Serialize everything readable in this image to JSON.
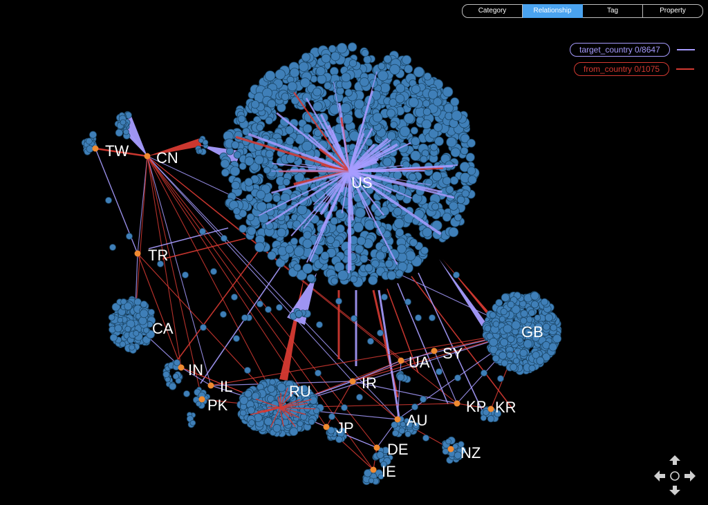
{
  "tabs": [
    {
      "label": "Category",
      "active": false
    },
    {
      "label": "Relationship",
      "active": true
    },
    {
      "label": "Tag",
      "active": false
    },
    {
      "label": "Property",
      "active": false
    }
  ],
  "legend": {
    "target": {
      "label": "target_country 0/8647",
      "color": "#a79cff"
    },
    "from": {
      "label": "from_country 0/1075",
      "color": "#d63a32"
    }
  },
  "colors": {
    "node": "#3f7fb8",
    "node_edge": "#1c4768",
    "country_node": "#f08a30",
    "target_edge": "#a79cff",
    "from_edge": "#d63a32",
    "background": "#000000"
  },
  "countries": {
    "us": "US",
    "cn": "CN",
    "tw": "TW",
    "tr": "TR",
    "ca": "CA",
    "gb": "GB",
    "in": "IN",
    "il": "IL",
    "pk": "PK",
    "ru": "RU",
    "ir": "IR",
    "ua": "UA",
    "sy": "SY",
    "kp": "KP",
    "kr": "KR",
    "au": "AU",
    "jp": "JP",
    "de": "DE",
    "nz": "NZ",
    "ie": "IE"
  },
  "navigation": {
    "up": "arrow-up-icon",
    "down": "arrow-down-icon",
    "left": "arrow-left-icon",
    "right": "arrow-right-icon",
    "center": "recenter-icon"
  }
}
